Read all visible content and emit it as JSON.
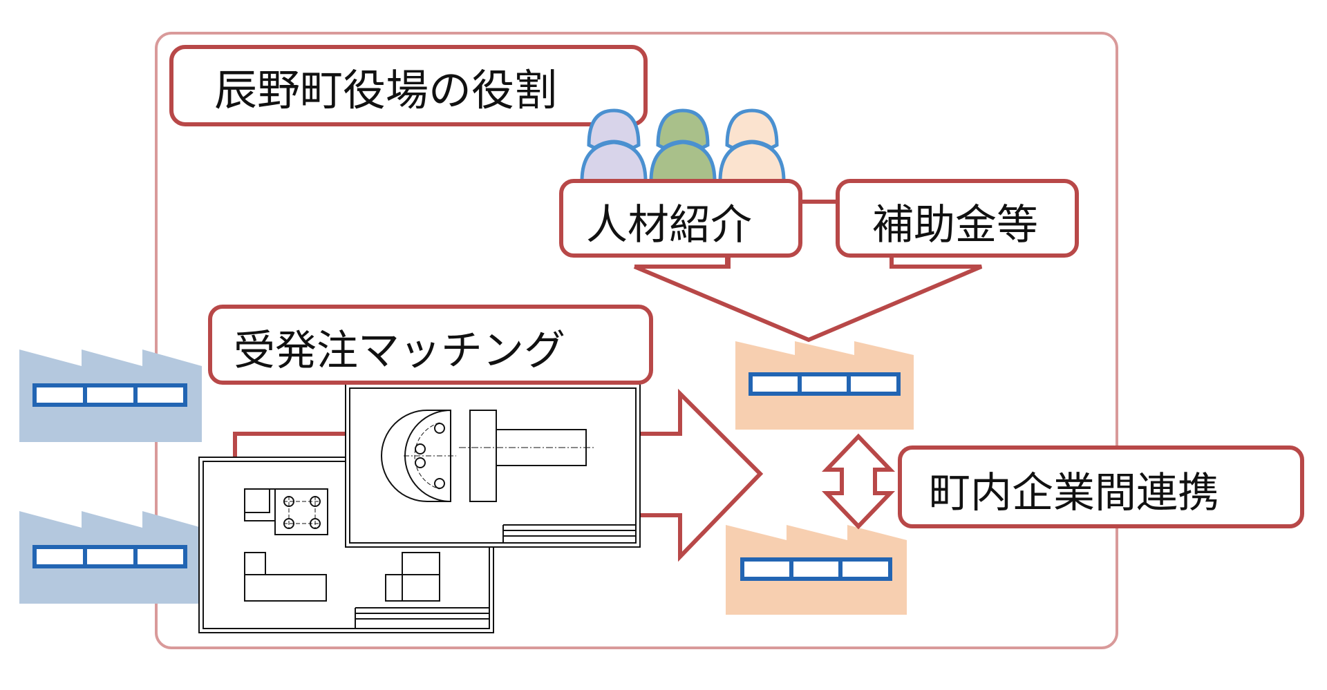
{
  "title": "辰野町役場の役割",
  "labels": {
    "jinzai": "人材紹介",
    "hojokin": "補助金等",
    "matching": "受発注マッチング",
    "renkei": "町内企業間連携"
  },
  "colors": {
    "outline_red": "#b84848",
    "frame_pink": "#d99a9a",
    "factory_blue": "#b4c8de",
    "factory_peach": "#f7cfb0",
    "window_blue": "#2265b3",
    "person_outline": "#4a90d0",
    "person_lavender": "#d8d4ea",
    "person_green": "#a9c08a",
    "person_peach": "#fbe3cf"
  },
  "icons": [
    "factory-icon",
    "people-icon",
    "technical-drawing-icon",
    "arrow-right-icon",
    "double-arrow-icon",
    "merge-arrow-icon"
  ]
}
